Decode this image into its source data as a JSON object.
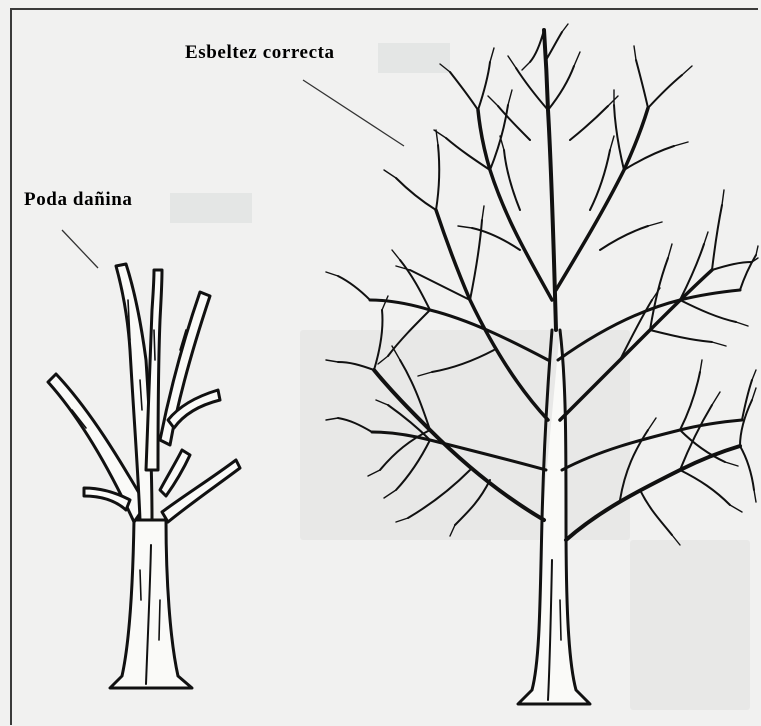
{
  "labels": {
    "left_tree": "Poda dañina",
    "right_tree": "Esbeltez correcta"
  },
  "colors": {
    "background": "#f1f1f0",
    "ink": "#111111",
    "trunk_fill": "#fafaf8",
    "label_highlight": "#e4e6e5"
  },
  "figures": [
    {
      "name": "pruned-tree",
      "description_shown_by_label": "left_tree"
    },
    {
      "name": "healthy-tree",
      "description_shown_by_label": "right_tree"
    }
  ]
}
